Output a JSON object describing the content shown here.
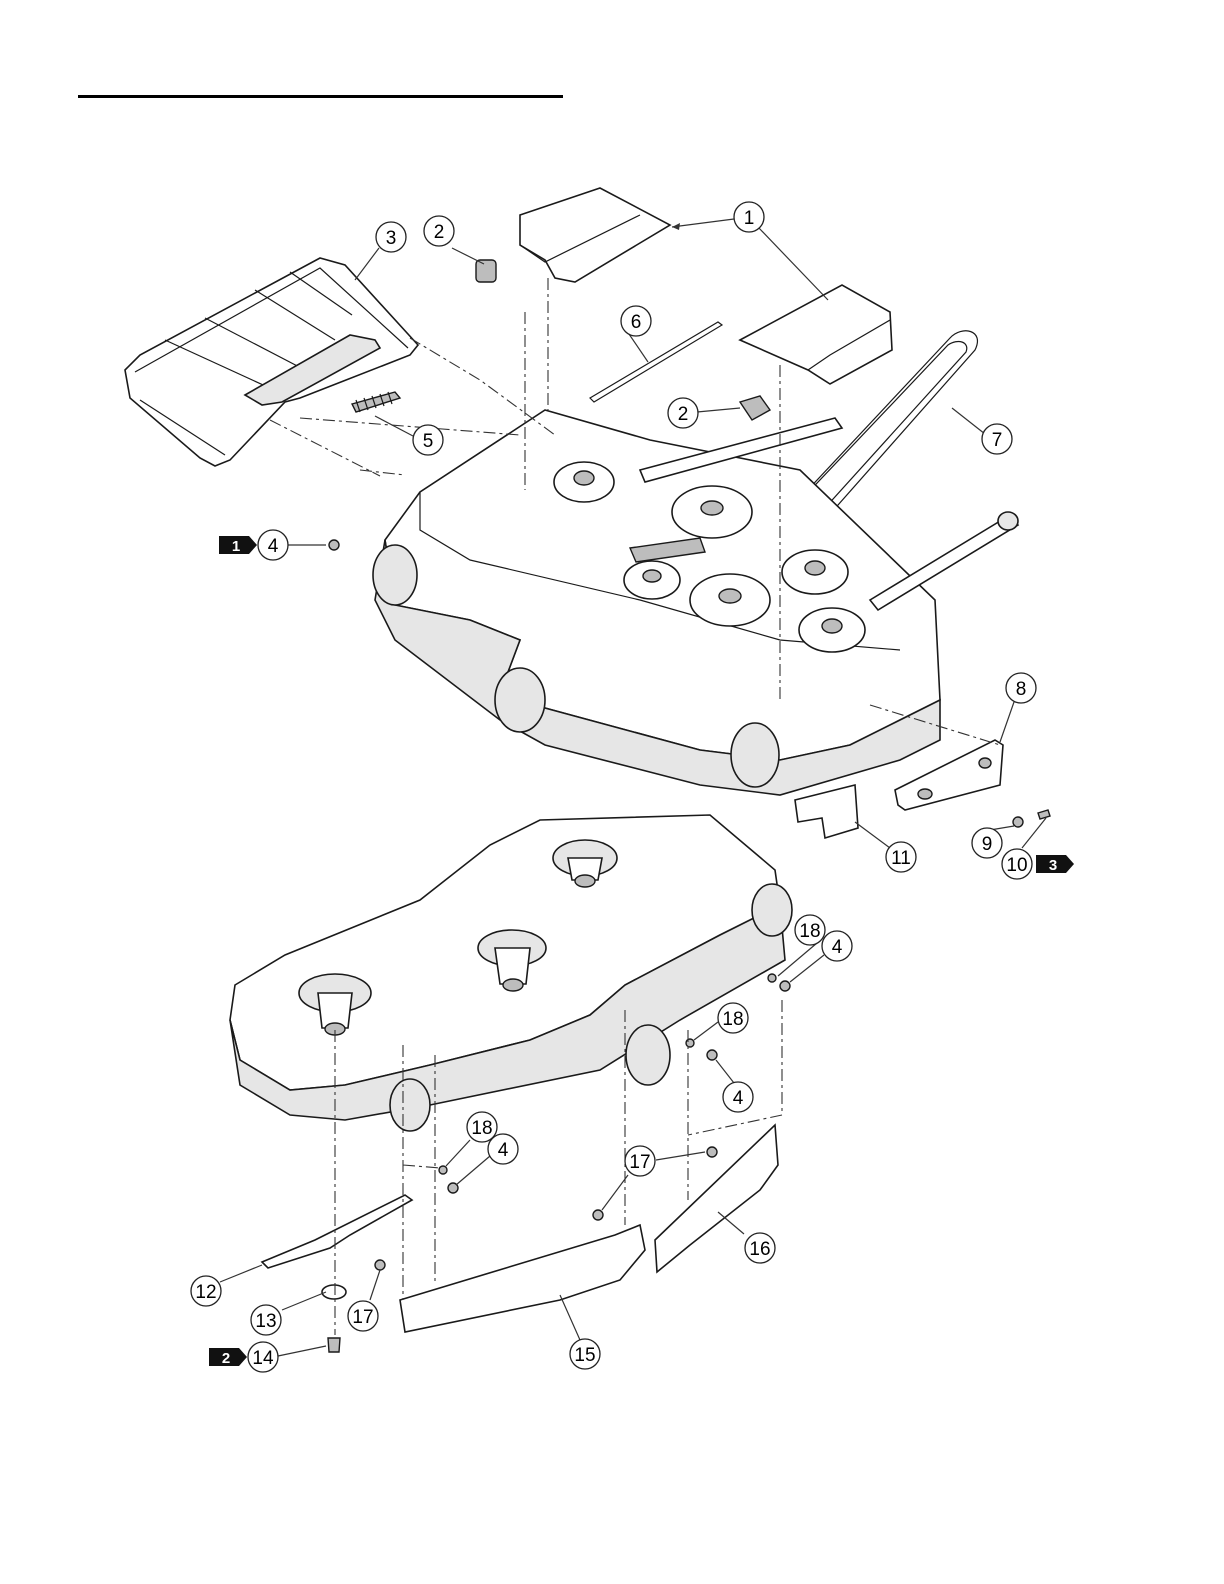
{
  "callouts": [
    {
      "id": "c1",
      "label": "1"
    },
    {
      "id": "c2a",
      "label": "2"
    },
    {
      "id": "c2b",
      "label": "2"
    },
    {
      "id": "c3",
      "label": "3"
    },
    {
      "id": "c4a",
      "label": "4"
    },
    {
      "id": "c4b",
      "label": "4"
    },
    {
      "id": "c4c",
      "label": "4"
    },
    {
      "id": "c4d",
      "label": "4"
    },
    {
      "id": "c5",
      "label": "5"
    },
    {
      "id": "c6",
      "label": "6"
    },
    {
      "id": "c7",
      "label": "7"
    },
    {
      "id": "c8",
      "label": "8"
    },
    {
      "id": "c9",
      "label": "9"
    },
    {
      "id": "c10",
      "label": "10"
    },
    {
      "id": "c11",
      "label": "11"
    },
    {
      "id": "c12",
      "label": "12"
    },
    {
      "id": "c13",
      "label": "13"
    },
    {
      "id": "c14",
      "label": "14"
    },
    {
      "id": "c15",
      "label": "15"
    },
    {
      "id": "c16",
      "label": "16"
    },
    {
      "id": "c17a",
      "label": "17"
    },
    {
      "id": "c17b",
      "label": "17"
    },
    {
      "id": "c18a",
      "label": "18"
    },
    {
      "id": "c18b",
      "label": "18"
    },
    {
      "id": "c18c",
      "label": "18"
    }
  ],
  "flags": [
    {
      "id": "f1",
      "label": "1"
    },
    {
      "id": "f2",
      "label": "2"
    },
    {
      "id": "f3",
      "label": "3"
    }
  ]
}
